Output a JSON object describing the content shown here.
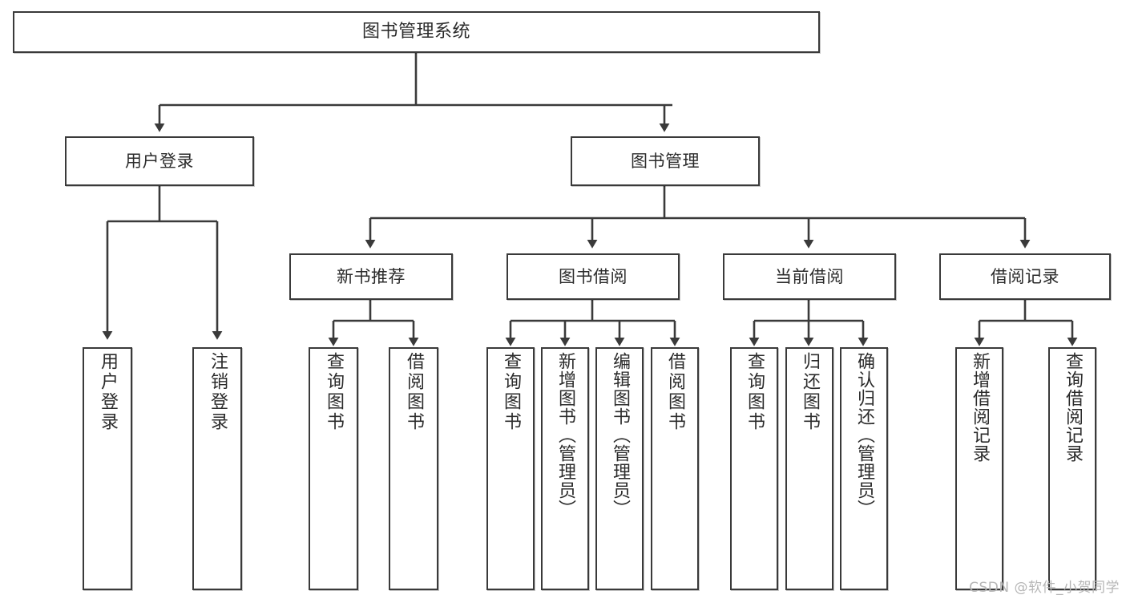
{
  "diagram": {
    "title": "图书管理系统",
    "type": "tree-hierarchy-chart",
    "root": {
      "label": "图书管理系统"
    },
    "level2": [
      {
        "label": "用户登录"
      },
      {
        "label": "图书管理"
      }
    ],
    "level3": [
      {
        "label": "新书推荐"
      },
      {
        "label": "图书借阅"
      },
      {
        "label": "当前借阅"
      },
      {
        "label": "借阅记录"
      }
    ],
    "leaves": {
      "user_login": [
        {
          "label": "用户登录"
        },
        {
          "label": "注销登录"
        }
      ],
      "new_book_recommend": [
        {
          "label": "查询图书"
        },
        {
          "label": "借阅图书"
        }
      ],
      "book_borrow": [
        {
          "label": "查询图书"
        },
        {
          "label": "新增图书（管理员）"
        },
        {
          "label": "编辑图书（管理员）"
        },
        {
          "label": "借阅图书"
        }
      ],
      "current_borrow": [
        {
          "label": "查询图书"
        },
        {
          "label": "归还图书"
        },
        {
          "label": "确认归还（管理员）"
        }
      ],
      "borrow_record": [
        {
          "label": "新增借阅记录"
        },
        {
          "label": "查询借阅记录"
        }
      ]
    }
  },
  "watermark": {
    "text": "CSDN @软件_小贺同学"
  },
  "colors": {
    "stroke": "#3a3a3a",
    "box_fill": "#ffffff",
    "text": "#2b2b2b",
    "watermark": "#b6b6b6",
    "background": "#ffffff"
  }
}
